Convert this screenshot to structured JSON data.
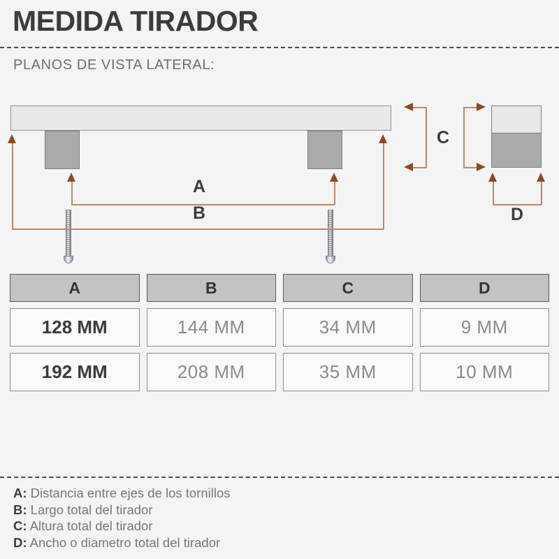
{
  "header": {
    "title": "MEDIDA TIRADOR",
    "subtitle": "PLANOS DE VISTA LATERAL:"
  },
  "diagram": {
    "labels": {
      "a": "A",
      "b": "B",
      "c": "C",
      "d": "D"
    }
  },
  "table": {
    "columns": [
      {
        "header": "A",
        "values": [
          "128 MM",
          "192 MM"
        ]
      },
      {
        "header": "B",
        "values": [
          "144 MM",
          "208 MM"
        ]
      },
      {
        "header": "C",
        "values": [
          "34 MM",
          "35 MM"
        ]
      },
      {
        "header": "D",
        "values": [
          "9 MM",
          "10 MM"
        ]
      }
    ]
  },
  "legend": [
    {
      "key": "A:",
      "text": "Distancia entre ejes de los tornillos"
    },
    {
      "key": "B:",
      "text": "Largo total del tirador"
    },
    {
      "key": "C:",
      "text": "Altura total del tirador"
    },
    {
      "key": "D:",
      "text": "Ancho o diametro total del tirador"
    }
  ],
  "colors": {
    "background": "#f4f4f4",
    "bar_fill": "#e9e9e9",
    "leg_fill": "#aaaaaa",
    "dimension_line": "#b58a6a",
    "arrow_head": "#8a4a28",
    "header_fill": "#c3c3c3",
    "text_dark": "#3c3c3c",
    "text_muted": "#8a8a8a"
  }
}
